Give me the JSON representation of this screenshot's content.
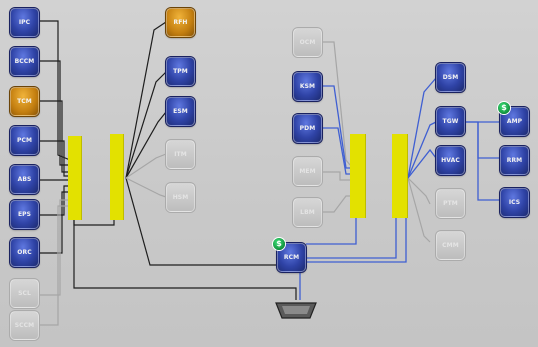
{
  "colors": {
    "bus": "#e3e100",
    "wire_black": "#1e1e1e",
    "wire_gray": "#a6a6a6",
    "wire_blue": "#3f5fd2"
  },
  "ecus": {
    "ipc": {
      "label": "IPC",
      "style": "blue"
    },
    "bccm": {
      "label": "BCCM",
      "style": "blue"
    },
    "tcm": {
      "label": "TCM",
      "style": "orange"
    },
    "pcm": {
      "label": "PCM",
      "style": "blue"
    },
    "abs": {
      "label": "ABS",
      "style": "blue"
    },
    "eps": {
      "label": "EPS",
      "style": "blue"
    },
    "orc": {
      "label": "ORC",
      "style": "blue"
    },
    "scl": {
      "label": "SCL",
      "style": "gray"
    },
    "sccm": {
      "label": "SCCM",
      "style": "gray"
    },
    "rfh": {
      "label": "RFH",
      "style": "orange"
    },
    "tpm": {
      "label": "TPM",
      "style": "blue"
    },
    "esm": {
      "label": "ESM",
      "style": "blue"
    },
    "itm": {
      "label": "ITM",
      "style": "gray"
    },
    "hsm": {
      "label": "HSM",
      "style": "gray"
    },
    "ocm": {
      "label": "OCM",
      "style": "gray"
    },
    "ksm": {
      "label": "KSM",
      "style": "blue"
    },
    "pdm": {
      "label": "PDM",
      "style": "blue"
    },
    "mem": {
      "label": "MEM",
      "style": "gray"
    },
    "lbm": {
      "label": "LBM",
      "style": "gray"
    },
    "dsm": {
      "label": "DSM",
      "style": "blue"
    },
    "tgw": {
      "label": "TGW",
      "style": "blue"
    },
    "hvac": {
      "label": "HVAC",
      "style": "blue"
    },
    "ptm": {
      "label": "PTM",
      "style": "gray"
    },
    "cmm": {
      "label": "CMM",
      "style": "gray"
    },
    "amp": {
      "label": "AMP",
      "style": "blue"
    },
    "rrm": {
      "label": "RRM",
      "style": "blue"
    },
    "ics": {
      "label": "ICS",
      "style": "blue"
    },
    "rcm": {
      "label": "RCM",
      "style": "blue"
    }
  },
  "badges": {
    "amp_badge": "$",
    "rcm_badge": "$"
  },
  "icons": {
    "diagnostic_connector": "obd-connector-icon",
    "badge": "dollar-badge-icon"
  }
}
